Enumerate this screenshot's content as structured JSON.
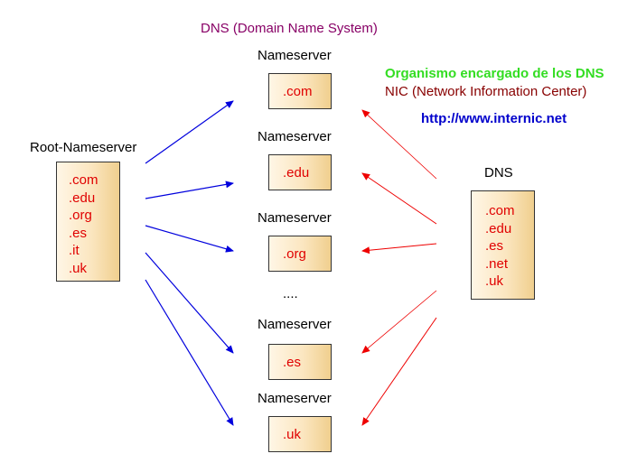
{
  "title": "DNS (Domain Name System)",
  "root": {
    "label": "Root-Nameserver",
    "entries": [
      ".com",
      ".edu",
      ".org",
      ".es",
      ".it",
      ".uk"
    ]
  },
  "nameserver_label": "Nameserver",
  "nameservers": [
    ".com",
    ".edu",
    ".org",
    ".es",
    ".uk"
  ],
  "ellipsis": "....",
  "organism": {
    "line1": "Organismo encargado de los DNS",
    "line2": "NIC (Network Information Center)",
    "url": "http://www.internic.net"
  },
  "dns": {
    "label": "DNS",
    "entries": [
      ".com",
      ".edu",
      ".es",
      ".net",
      ".uk"
    ]
  },
  "colors": {
    "title": "#880066",
    "green": "#33dd22",
    "maroon": "#880000",
    "blue": "#0000cc",
    "red": "#e00000",
    "arrow_blue": "#0000dd",
    "arrow_red": "#ee0000"
  }
}
